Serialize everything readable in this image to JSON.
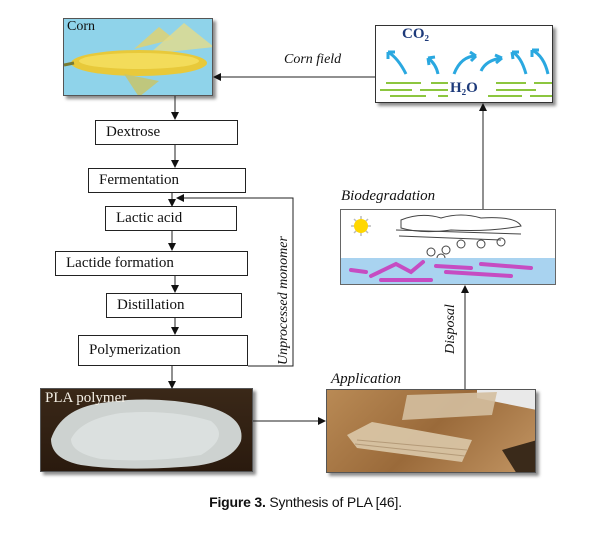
{
  "figure": {
    "caption_label": "Figure 3.",
    "caption_text": " Synthesis of PLA [46]."
  },
  "panels": {
    "corn": {
      "label": "Corn"
    },
    "cycle": {
      "co2_label": "CO₂",
      "h2o_label": "H₂O"
    },
    "biodegradation": {
      "label": "Biodegradation"
    },
    "pla": {
      "label": "PLA polymer"
    },
    "application": {
      "label": "Application"
    }
  },
  "process_steps": [
    {
      "label": "Dextrose"
    },
    {
      "label": "Fermentation"
    },
    {
      "label": "Lactic acid"
    },
    {
      "label": "Lactide formation"
    },
    {
      "label": "Distillation"
    },
    {
      "label": "Polymerization"
    }
  ],
  "edge_labels": {
    "corn_field": "Corn field",
    "unprocessed_monomer": "Unprocessed monomer",
    "disposal": "Disposal"
  },
  "colors": {
    "sky_blue": "#8fd3ea",
    "corn_yellow": "#e8c93a",
    "arrow_blue": "#2aa8e0",
    "grass_green": "#8cc63f",
    "water_blue": "#a9d3f0",
    "magenta": "#c64cc2"
  }
}
